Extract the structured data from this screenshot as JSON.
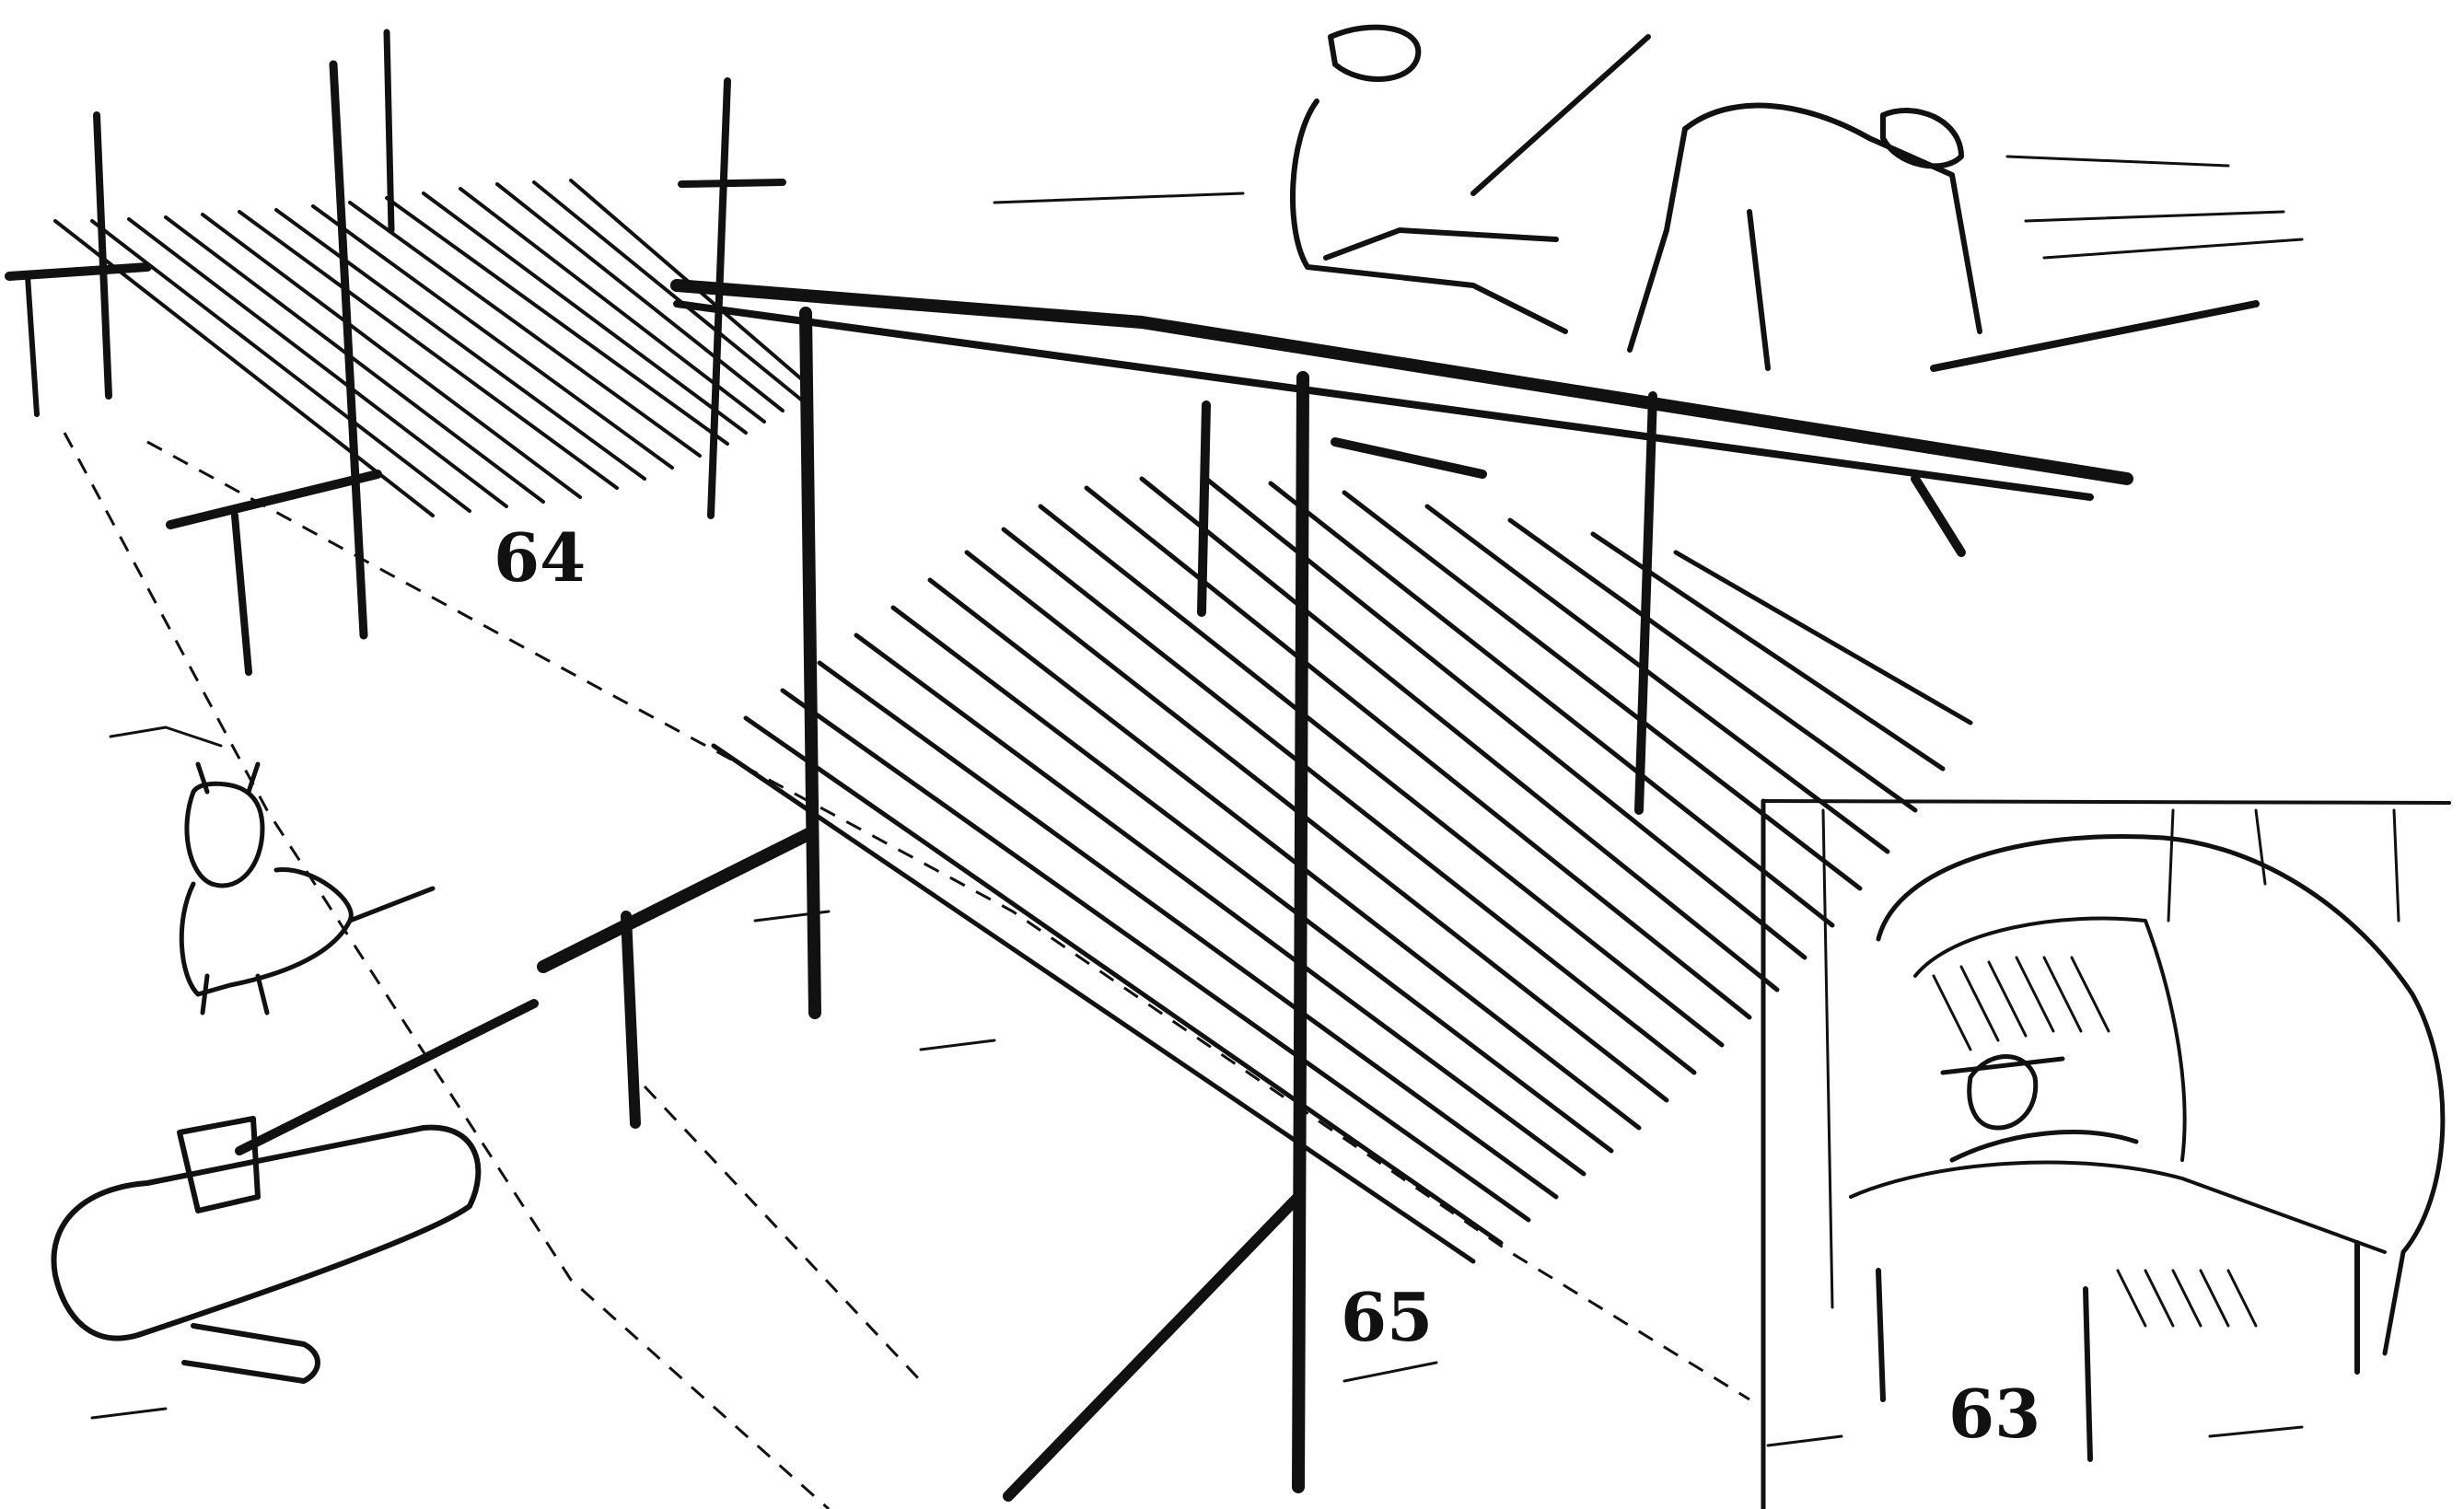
{
  "figures": {
    "fig_64": {
      "label": "64"
    },
    "fig_65": {
      "label": "65"
    },
    "fig_63": {
      "label": "63"
    }
  },
  "colors": {
    "ink": "#111111",
    "paper": "#ffffff"
  }
}
